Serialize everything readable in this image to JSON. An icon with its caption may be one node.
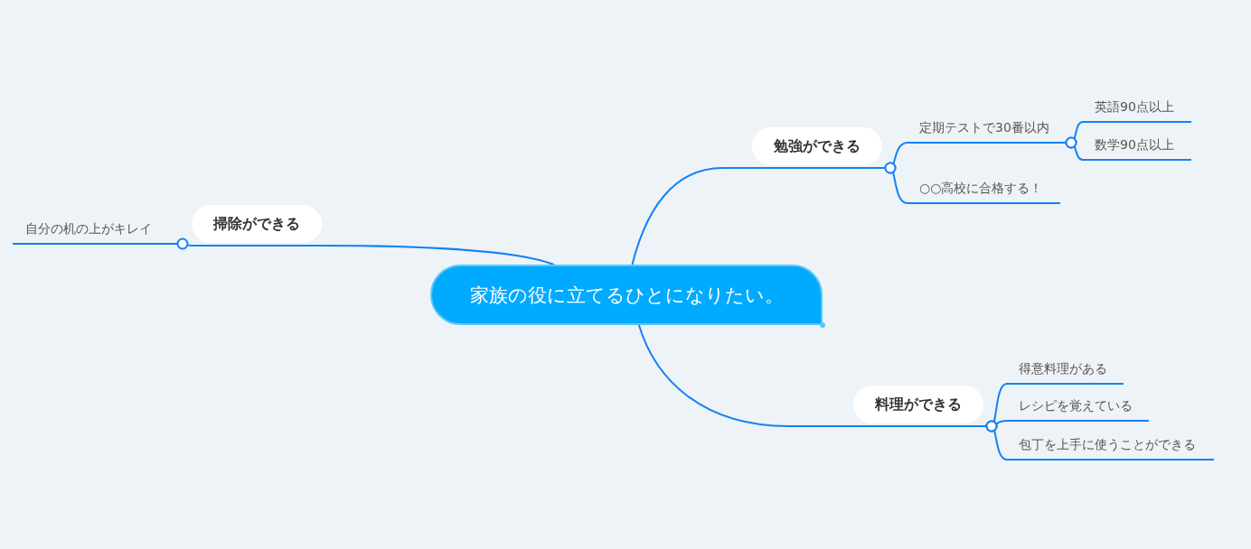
{
  "diagram": {
    "nodes": [
      {
        "text": [
          "家族の役に立てるひとになりたい。"
        ]
      },
      {
        "text": [
          "勉強ができる"
        ]
      },
      {
        "text": [
          "定期テストで30番以内"
        ]
      },
      {
        "text": [
          "英語90点以上"
        ]
      },
      {
        "text": [
          "数学90点以上"
        ]
      },
      {
        "text": [
          "○○高校に合格する！"
        ]
      },
      {
        "text": [
          "掃除ができる"
        ]
      },
      {
        "text": [
          "自分の机の上がキレイ"
        ]
      },
      {
        "text": [
          "料理ができる"
        ]
      },
      {
        "text": [
          "得意料理がある"
        ]
      },
      {
        "text": [
          "レシピを覚えている"
        ]
      },
      {
        "text": [
          "包丁を上手に使うことができる"
        ]
      }
    ],
    "edges": [
      {
        "from": 0,
        "to": 1,
        "arrow": "none"
      },
      {
        "from": 1,
        "to": 2,
        "arrow": "other"
      },
      {
        "from": 2,
        "to": 3,
        "arrow": "other"
      },
      {
        "from": 2,
        "to": 4,
        "arrow": "other"
      },
      {
        "from": 1,
        "to": 5,
        "arrow": "other"
      },
      {
        "from": 0,
        "to": 6,
        "arrow": "none"
      },
      {
        "from": 7,
        "to": 6,
        "arrow": "other"
      },
      {
        "from": 0,
        "to": 8,
        "arrow": "none"
      },
      {
        "from": 8,
        "to": 9,
        "arrow": "other"
      },
      {
        "from": 8,
        "to": 10,
        "arrow": "other"
      },
      {
        "from": 8,
        "to": 11,
        "arrow": "other"
      }
    ]
  }
}
